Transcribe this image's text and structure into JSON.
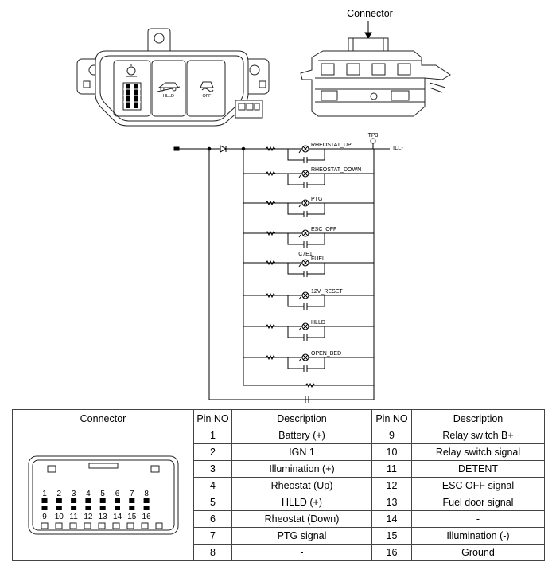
{
  "drawing": {
    "connector_callout": "Connector",
    "switch_icons": {
      "left": "lamp-icon",
      "middle": "hill-descent-icon",
      "right": "esc-off-icon",
      "middle_text": "HLLD",
      "right_text": "OFF"
    },
    "circuit": {
      "test_point": "TP3",
      "output_label": "ILL-",
      "component_ref": "C7E1",
      "lamps": [
        "RHEOSTAT_UP",
        "RHEOSTAT_DOWN",
        "PTG",
        "ESC_OFF",
        "FUEL",
        "12V_RESET",
        "HLLD",
        "OPEN_BED"
      ]
    }
  },
  "table": {
    "headers": [
      "Connector",
      "Pin NO",
      "Description",
      "Pin NO",
      "Description"
    ],
    "rows": [
      {
        "pin_a": "1",
        "desc_a": "Battery (+)",
        "pin_b": "9",
        "desc_b": "Relay switch B+"
      },
      {
        "pin_a": "2",
        "desc_a": "IGN 1",
        "pin_b": "10",
        "desc_b": "Relay switch signal"
      },
      {
        "pin_a": "3",
        "desc_a": "Illumination (+)",
        "pin_b": "11",
        "desc_b": "DETENT"
      },
      {
        "pin_a": "4",
        "desc_a": "Rheostat (Up)",
        "pin_b": "12",
        "desc_b": "ESC OFF signal"
      },
      {
        "pin_a": "5",
        "desc_a": "HLLD (+)",
        "pin_b": "13",
        "desc_b": "Fuel door signal"
      },
      {
        "pin_a": "6",
        "desc_a": "Rheostat (Down)",
        "pin_b": "14",
        "desc_b": "-"
      },
      {
        "pin_a": "7",
        "desc_a": "PTG signal",
        "pin_b": "15",
        "desc_b": "Illumination (-)"
      },
      {
        "pin_a": "8",
        "desc_a": "-",
        "pin_b": "16",
        "desc_b": "Ground"
      }
    ],
    "connector_face": {
      "top_pins": [
        "1",
        "2",
        "3",
        "4",
        "5",
        "6",
        "7",
        "8"
      ],
      "bottom_pins": [
        "9",
        "10",
        "11",
        "12",
        "13",
        "14",
        "15",
        "16"
      ]
    }
  }
}
